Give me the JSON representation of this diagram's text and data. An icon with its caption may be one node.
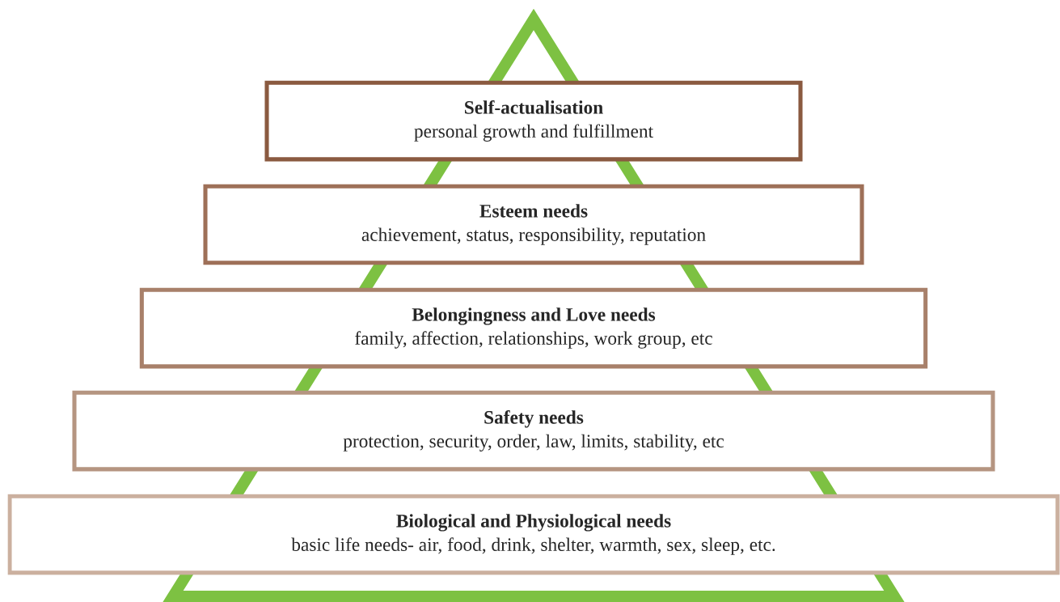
{
  "diagram": {
    "nodes": [
      {
        "text": [
          "Self-actualisation",
          "personal growth and fulfillment"
        ]
      },
      {
        "text": [
          "Esteem needs",
          "achievement, status, responsibility, reputation"
        ]
      },
      {
        "text": [
          "Belongingness and Love needs",
          "family, affection, relationships, work group, etc"
        ]
      },
      {
        "text": [
          "Safety needs",
          "protection, security, order, law, limits, stability, etc"
        ]
      },
      {
        "text": [
          "Biological and Physiological needs",
          "basic life needs- air, food, drink, shelter, warmth, sex, sleep, etc."
        ]
      }
    ]
  }
}
